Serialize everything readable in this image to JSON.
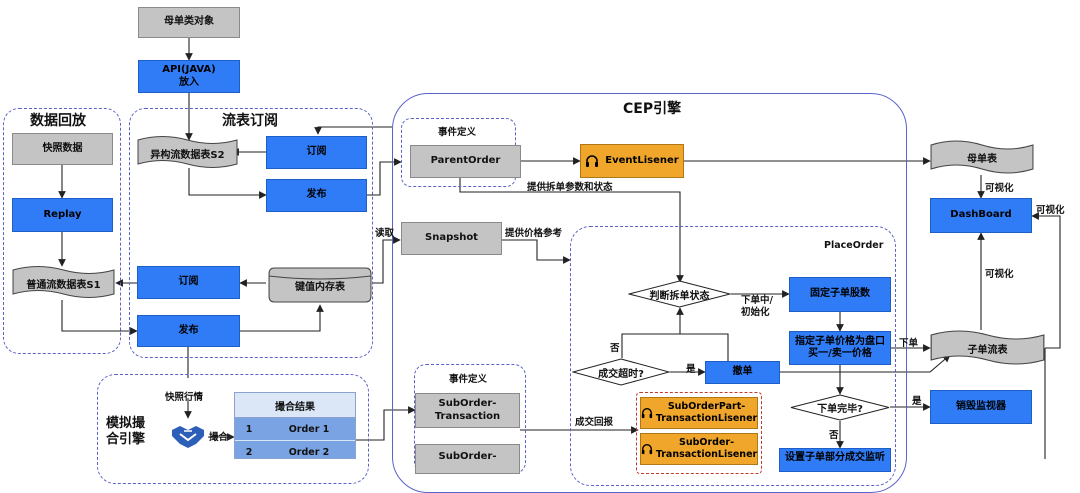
{
  "diagram": {
    "nodes": {
      "parent_object": "母单类对象",
      "api_java": "API(JAVA)\n放入",
      "snapshot_data": "快照数据",
      "replay": "Replay",
      "hetero_stream_s2": "异构流数据表S2",
      "subscribe_top": "订阅",
      "publish_top": "发布",
      "normal_stream_s1": "普通流数据表S1",
      "subscribe_mid": "订阅",
      "kv_table": "键值内存表",
      "publish_mid": "发布",
      "parent_order": "ParentOrder",
      "event_listener": "EventLisener",
      "snapshot": "Snapshot",
      "parent_table": "母单表",
      "dashboard": "DashBoard",
      "child_stream": "子单流表",
      "judge_split": "判断拆单状态",
      "fix_shares": "固定子单股数",
      "set_price": "指定子单价格为盘口\n买一/卖一价格",
      "cancel": "撤单",
      "timeout_check": "成交超时?",
      "order_done": "下单完毕?",
      "destroy_monitor": "销毁监视器",
      "suborder_tx": "SubOrder-\nTransaction",
      "suborder_2": "SubOrder-",
      "suborder_part_listener": "SubOrderPart-\nTransactionLisener",
      "suborder_tx_listener": "SubOrder-\nTransactionLisener",
      "partial_fill": "设置子单部分成交监听"
    },
    "groups": {
      "data_replay": "数据回放",
      "stream_subscribe": "流表订阅",
      "cep_engine": "CEP引擎",
      "event_def_top": "事件定义",
      "event_def_bottom": "事件定义",
      "place_order": "PlaceOrder",
      "match_engine": "模拟撮\n合引擎"
    },
    "labels": {
      "provide_split": "提供拆单参数和状态",
      "read": "读取",
      "provide_price": "提供价格参考",
      "placing": "下单中/\n初始化",
      "no_1": "否",
      "yes_1": "是",
      "place": "下单",
      "yes_2": "是",
      "no_2": "否",
      "fill_report": "成交回报",
      "snapshot_quote": "快照行情",
      "match": "撮合",
      "visual_1": "可视化",
      "visual_2": "可视化",
      "visual_3": "可视化"
    },
    "match_table": {
      "header": "撮合结果",
      "rows": [
        {
          "no": "1",
          "order": "Order 1"
        },
        {
          "no": "2",
          "order": "Order 2"
        }
      ]
    },
    "colors": {
      "gray": "#c4c4c4",
      "blue": "#2f7cf6",
      "orange": "#f0a62b",
      "group_border": "#5a62c8"
    }
  }
}
